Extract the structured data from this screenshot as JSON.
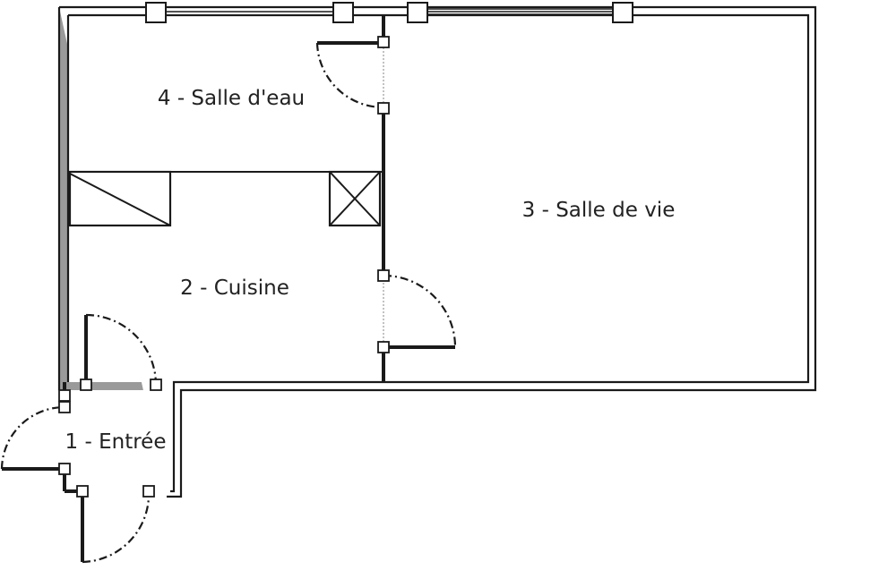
{
  "rooms": [
    {
      "id": "entree",
      "label": "1 - Entrée"
    },
    {
      "id": "cuisine",
      "label": "2 - Cuisine"
    },
    {
      "id": "salle-de-vie",
      "label": "3 - Salle de vie"
    },
    {
      "id": "salle-d-eau",
      "label": "4 - Salle d'eau"
    }
  ],
  "colors": {
    "wall": "#1a1a1a",
    "wall_fill": "#9a9a9a",
    "background": "#ffffff"
  }
}
